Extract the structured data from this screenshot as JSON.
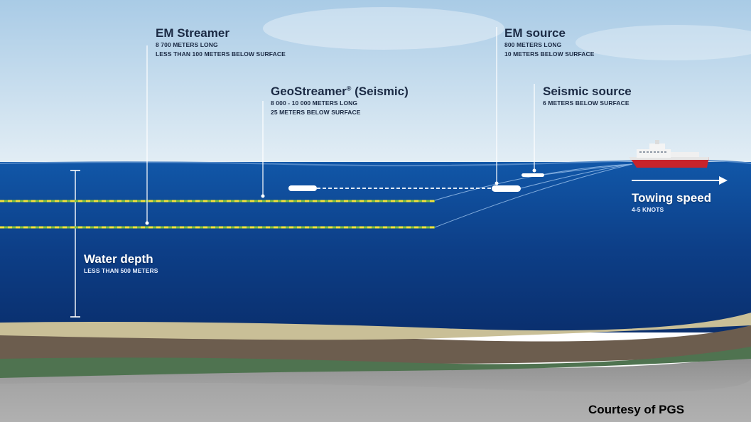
{
  "labels": {
    "em_streamer": {
      "title": "EM Streamer",
      "lines": [
        "8 700 METERS LONG",
        "LESS THAN 100 METERS BELOW SURFACE"
      ]
    },
    "em_source": {
      "title": "EM source",
      "lines": [
        "800 METERS LONG",
        "10 METERS BELOW SURFACE"
      ]
    },
    "geostreamer": {
      "title": "GeoStreamer",
      "title_mark": "®",
      "title_suffix": " (Seismic)",
      "lines": [
        "8 000 - 10 000 METERS LONG",
        "25 METERS BELOW SURFACE"
      ]
    },
    "seismic_source": {
      "title": "Seismic source",
      "lines": [
        "6 METERS BELOW SURFACE"
      ]
    },
    "towing_speed": {
      "title": "Towing speed",
      "lines": [
        "4-5 KNOTS"
      ]
    },
    "water_depth": {
      "title": "Water depth",
      "lines": [
        "LESS THAN 500 METERS"
      ]
    }
  },
  "credit": "Courtesy of PGS",
  "colors": {
    "sky_top": "#a9cbe6",
    "sky_bottom": "#e3eef5",
    "sea_top": "#0f4fa0",
    "sea_bottom": "#0a2f6e",
    "streamer_dash": "#f2e23a",
    "streamer_base": "#7fc13f",
    "vessel_hull": "#c8242c",
    "vessel_body": "#f4f4f4",
    "seabed_top": "#c9bf97",
    "sediment_green": "#4f7350",
    "sediment_brown": "#6e5e4f",
    "sediment_grey": "#9a9a9a"
  }
}
